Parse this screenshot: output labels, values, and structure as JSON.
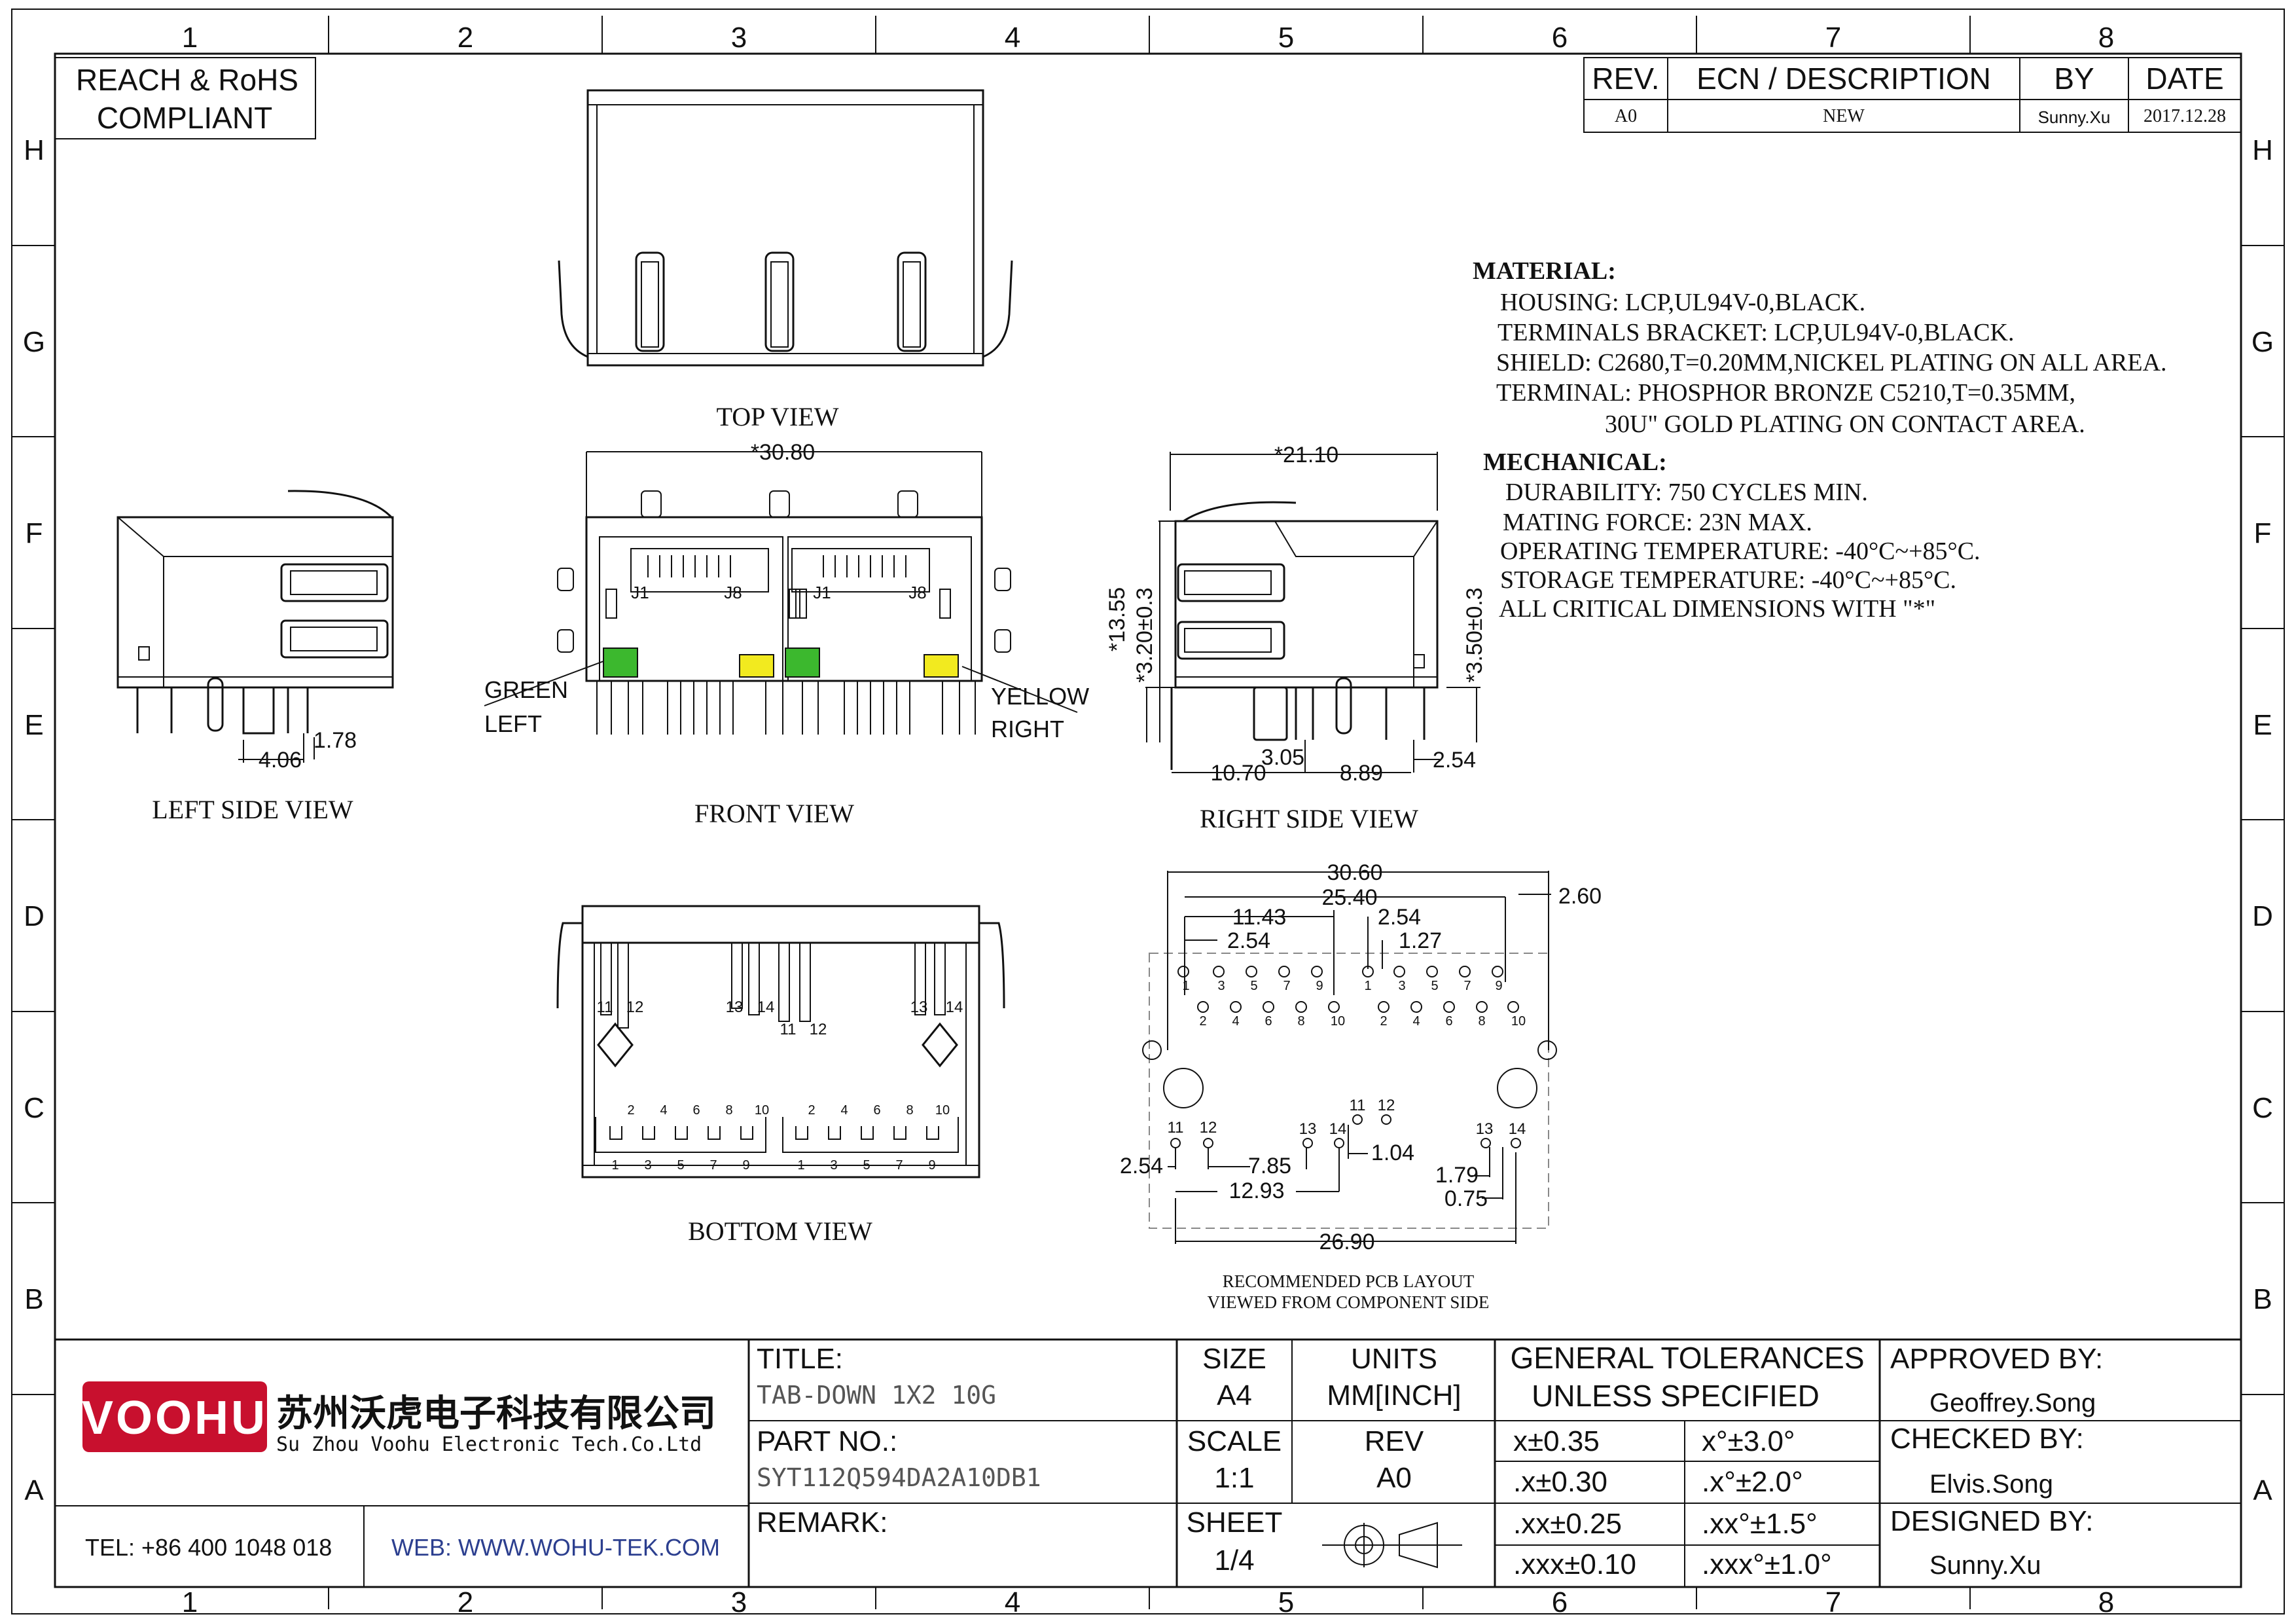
{
  "grid": {
    "columns": [
      "1",
      "2",
      "3",
      "4",
      "5",
      "6",
      "7",
      "8"
    ],
    "rows": [
      "H",
      "G",
      "F",
      "E",
      "D",
      "C",
      "B",
      "A"
    ]
  },
  "compliance": {
    "line1": "REACH & RoHS",
    "line2": "COMPLIANT"
  },
  "revision_table": {
    "headers": [
      "REV.",
      "ECN / DESCRIPTION",
      "BY",
      "DATE"
    ],
    "row": [
      "A0",
      "NEW",
      "Sunny.Xu",
      "2017.12.28"
    ]
  },
  "views": {
    "top": "TOP VIEW",
    "left": "LEFT SIDE VIEW",
    "front": "FRONT VIEW",
    "right": "RIGHT SIDE VIEW",
    "bottom": "BOTTOM VIEW",
    "pcb_line1": "RECOMMENDED PCB LAYOUT",
    "pcb_line2": "VIEWED FROM COMPONENT SIDE"
  },
  "notes": {
    "material_title": "MATERIAL:",
    "material": [
      "HOUSING: LCP,UL94V-0,BLACK.",
      "TERMINALS BRACKET: LCP,UL94V-0,BLACK.",
      "SHIELD: C2680,T=0.20MM,NICKEL PLATING ON ALL AREA.",
      "TERMINAL: PHOSPHOR BRONZE C5210,T=0.35MM,",
      "30U\" GOLD PLATING ON CONTACT AREA."
    ],
    "mechanical_title": "MECHANICAL:",
    "mechanical": [
      "DURABILITY: 750 CYCLES MIN.",
      "MATING FORCE: 23N MAX.",
      "OPERATING TEMPERATURE: -40°C~+85°C.",
      "STORAGE TEMPERATURE: -40°C~+85°C.",
      "ALL CRITICAL DIMENSIONS WITH \"*\""
    ]
  },
  "led_labels": {
    "green1": "GREEN",
    "green2": "LEFT",
    "yellow1": "YELLOW",
    "yellow2": "RIGHT"
  },
  "port_labels": {
    "j1": "J1",
    "j8": "J8"
  },
  "dims": {
    "front_width": "*30.80",
    "right_width": "*21.10",
    "right_height": "*13.55",
    "right_h2": "*3.20±0.3",
    "right_h3": "*3.50±0.3",
    "left_a": "4.06",
    "left_b": "1.78",
    "right_a": "10.70",
    "right_b": "3.05",
    "right_c": "8.89",
    "right_d": "2.54",
    "pcb_3060": "30.60",
    "pcb_2540": "25.40",
    "pcb_260": "2.60",
    "pcb_1143": "11.43",
    "pcb_254a": "2.54",
    "pcb_254b": "2.54",
    "pcb_127": "1.27",
    "pcb_254c": "2.54",
    "pcb_785": "7.85",
    "pcb_1293": "12.93",
    "pcb_104": "1.04",
    "pcb_179": "1.79",
    "pcb_075": "0.75",
    "pcb_2690": "26.90"
  },
  "pins": {
    "odd": [
      "1",
      "3",
      "5",
      "7",
      "9"
    ],
    "even": [
      "2",
      "4",
      "6",
      "8",
      "10"
    ],
    "p11": "11",
    "p12": "12",
    "p13": "13",
    "p14": "14"
  },
  "title_block": {
    "logo": "VOOHU",
    "company_cn": "苏州沃虎电子科技有限公司",
    "company_en": "Su Zhou Voohu Electronic Tech.Co.Ltd",
    "tel": "TEL: +86 400 1048 018",
    "web": "WEB: WWW.WOHU-TEK.COM",
    "title_label": "TITLE:",
    "title_value": "TAB-DOWN 1X2 10G",
    "part_label": "PART NO.:",
    "part_value": "SYT112Q594DA2A10DB1",
    "remark_label": "REMARK:",
    "size_label": "SIZE",
    "size_value": "A4",
    "units_label": "UNITS",
    "units_value": "MM[INCH]",
    "scale_label": "SCALE",
    "scale_value": "1:1",
    "rev_label": "REV",
    "rev_value": "A0",
    "sheet_label": "SHEET",
    "sheet_value": "1/4",
    "tol_title1": "GENERAL TOLERANCES",
    "tol_title2": "UNLESS SPECIFIED",
    "tol": [
      [
        "x±0.35",
        "x°±3.0°"
      ],
      [
        ".x±0.30",
        ".x°±2.0°"
      ],
      [
        ".xx±0.25",
        ".xx°±1.5°"
      ],
      [
        ".xxx±0.10",
        ".xxx°±1.0°"
      ]
    ],
    "approved_label": "APPROVED BY:",
    "approved_value": "Geoffrey.Song",
    "checked_label": "CHECKED BY:",
    "checked_value": "Elvis.Song",
    "designed_label": "DESIGNED BY:",
    "designed_value": "Sunny.Xu"
  },
  "colors": {
    "led_green": "#3cb82e",
    "led_yellow": "#f2ea1f",
    "logo_red": "#c8102e"
  }
}
